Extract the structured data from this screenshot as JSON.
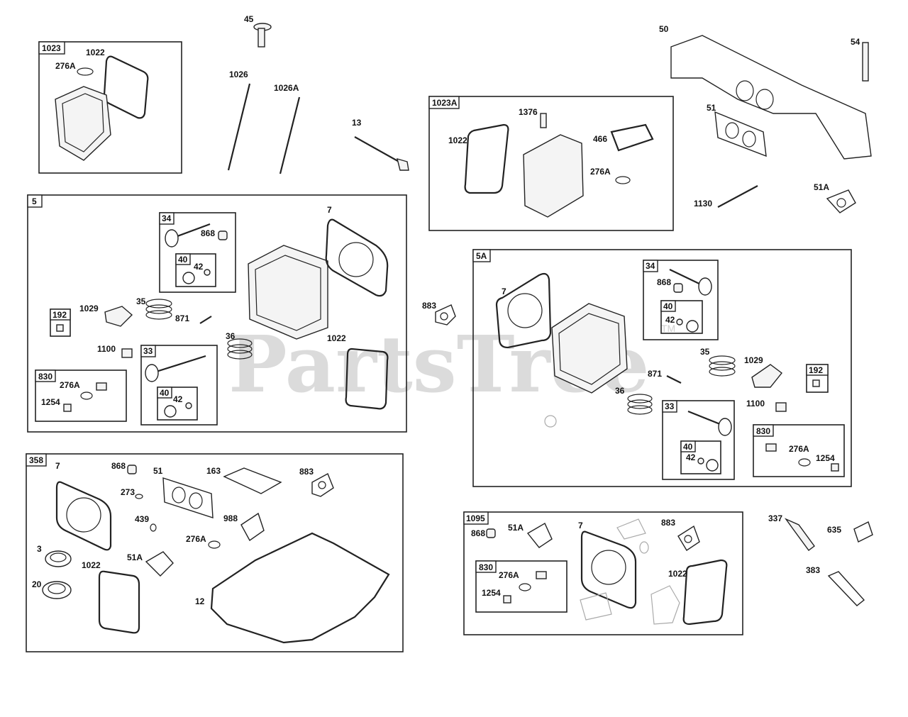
{
  "watermark": {
    "text": "PartsTree",
    "tm": "TM"
  },
  "groups": {
    "g1023": {
      "id": "1023",
      "labels": [
        "1022",
        "276A"
      ]
    },
    "g1023A": {
      "id": "1023A",
      "labels": [
        "1022",
        "1376",
        "466",
        "276A"
      ]
    },
    "g5": {
      "id": "5",
      "labels": [
        "7",
        "868",
        "42",
        "1029",
        "35",
        "871",
        "36",
        "1022",
        "1100",
        "276A",
        "1254",
        "42"
      ]
    },
    "g5A": {
      "id": "5A",
      "labels": [
        "7",
        "868",
        "42",
        "35",
        "1029",
        "871",
        "36",
        "1100",
        "42",
        "276A",
        "1254"
      ]
    },
    "g358": {
      "id": "358",
      "labels": [
        "7",
        "868",
        "51",
        "163",
        "883",
        "273",
        "988",
        "439",
        "276A",
        "3",
        "51A",
        "1022",
        "12",
        "20"
      ]
    },
    "g1095": {
      "id": "1095",
      "labels": [
        "868",
        "51A",
        "7",
        "883",
        "276A",
        "1022",
        "1254"
      ]
    }
  },
  "subgroups": {
    "s34a": "34",
    "s40a": "40",
    "s192a": "192",
    "s830a": "830",
    "s33a": "33",
    "s40b": "40",
    "s34b": "34",
    "s40c": "40",
    "s192b": "192",
    "s33b": "33",
    "s40d": "40",
    "s830b": "830",
    "s830c": "830"
  },
  "loose_parts": {
    "p45": "45",
    "p1026": "1026",
    "p1026A": "1026A",
    "p13": "13",
    "p50": "50",
    "p54": "54",
    "p51": "51",
    "p1130": "1130",
    "p51A": "51A",
    "p883": "883",
    "p337": "337",
    "p635": "635",
    "p383": "383"
  }
}
